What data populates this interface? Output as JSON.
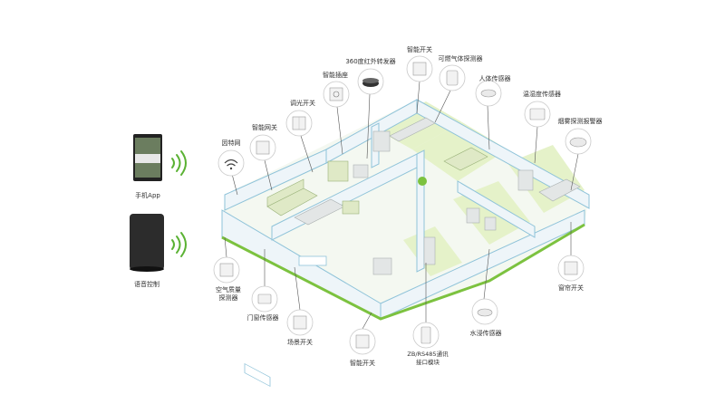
{
  "phone_app": {
    "label": "手机App"
  },
  "voice_control": {
    "label": "语音控制"
  },
  "devices": {
    "gateway": "智能网关",
    "ir_transmitter": "360度红外转发器",
    "smart_switch_top": "智能开关",
    "gas_detector": "可燃气体探测器",
    "smart_socket": "智能插座",
    "human_sensor": "人体传感器",
    "dimmer_switch": "调光开关",
    "temp_humidity_sensor": "温湿度传感器",
    "smoke_detector": "烟雾探测报警器",
    "wifi": "因特网",
    "air_quality_line1": "空气质量",
    "air_quality_line2": "探测器",
    "door_sensor": "门窗传感器",
    "scene_switch": "场景开关",
    "smart_switch_bottom": "智能开关",
    "zigbee_module_line1": "ZB/RS485通讯",
    "zigbee_module_line2": "接口模块",
    "water_sensor": "水浸传感器",
    "curtain_switch": "窗帘开关"
  },
  "colors": {
    "accent_green": "#7cc23f",
    "wall_blue": "#8fc3d9",
    "text": "#333333"
  }
}
